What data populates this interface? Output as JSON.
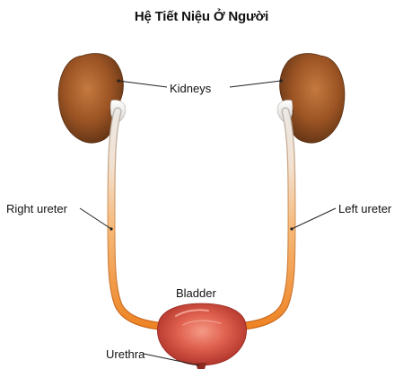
{
  "title": "Hệ Tiết Niệu Ở Người",
  "labels": {
    "kidneys": "Kidneys",
    "right_ureter": "Right ureter",
    "left_ureter": "Left ureter",
    "bladder": "Bladder",
    "urethra": "Urethra"
  },
  "colors": {
    "kidney_dark": "#6b3a17",
    "kidney_mid": "#a25a28",
    "kidney_light": "#c47a3f",
    "ureter_top": "#e9e4df",
    "ureter_bottom": "#f08a2a",
    "bladder_dark": "#b8382f",
    "bladder_light": "#f08a7a",
    "leader_line": "#222222"
  }
}
